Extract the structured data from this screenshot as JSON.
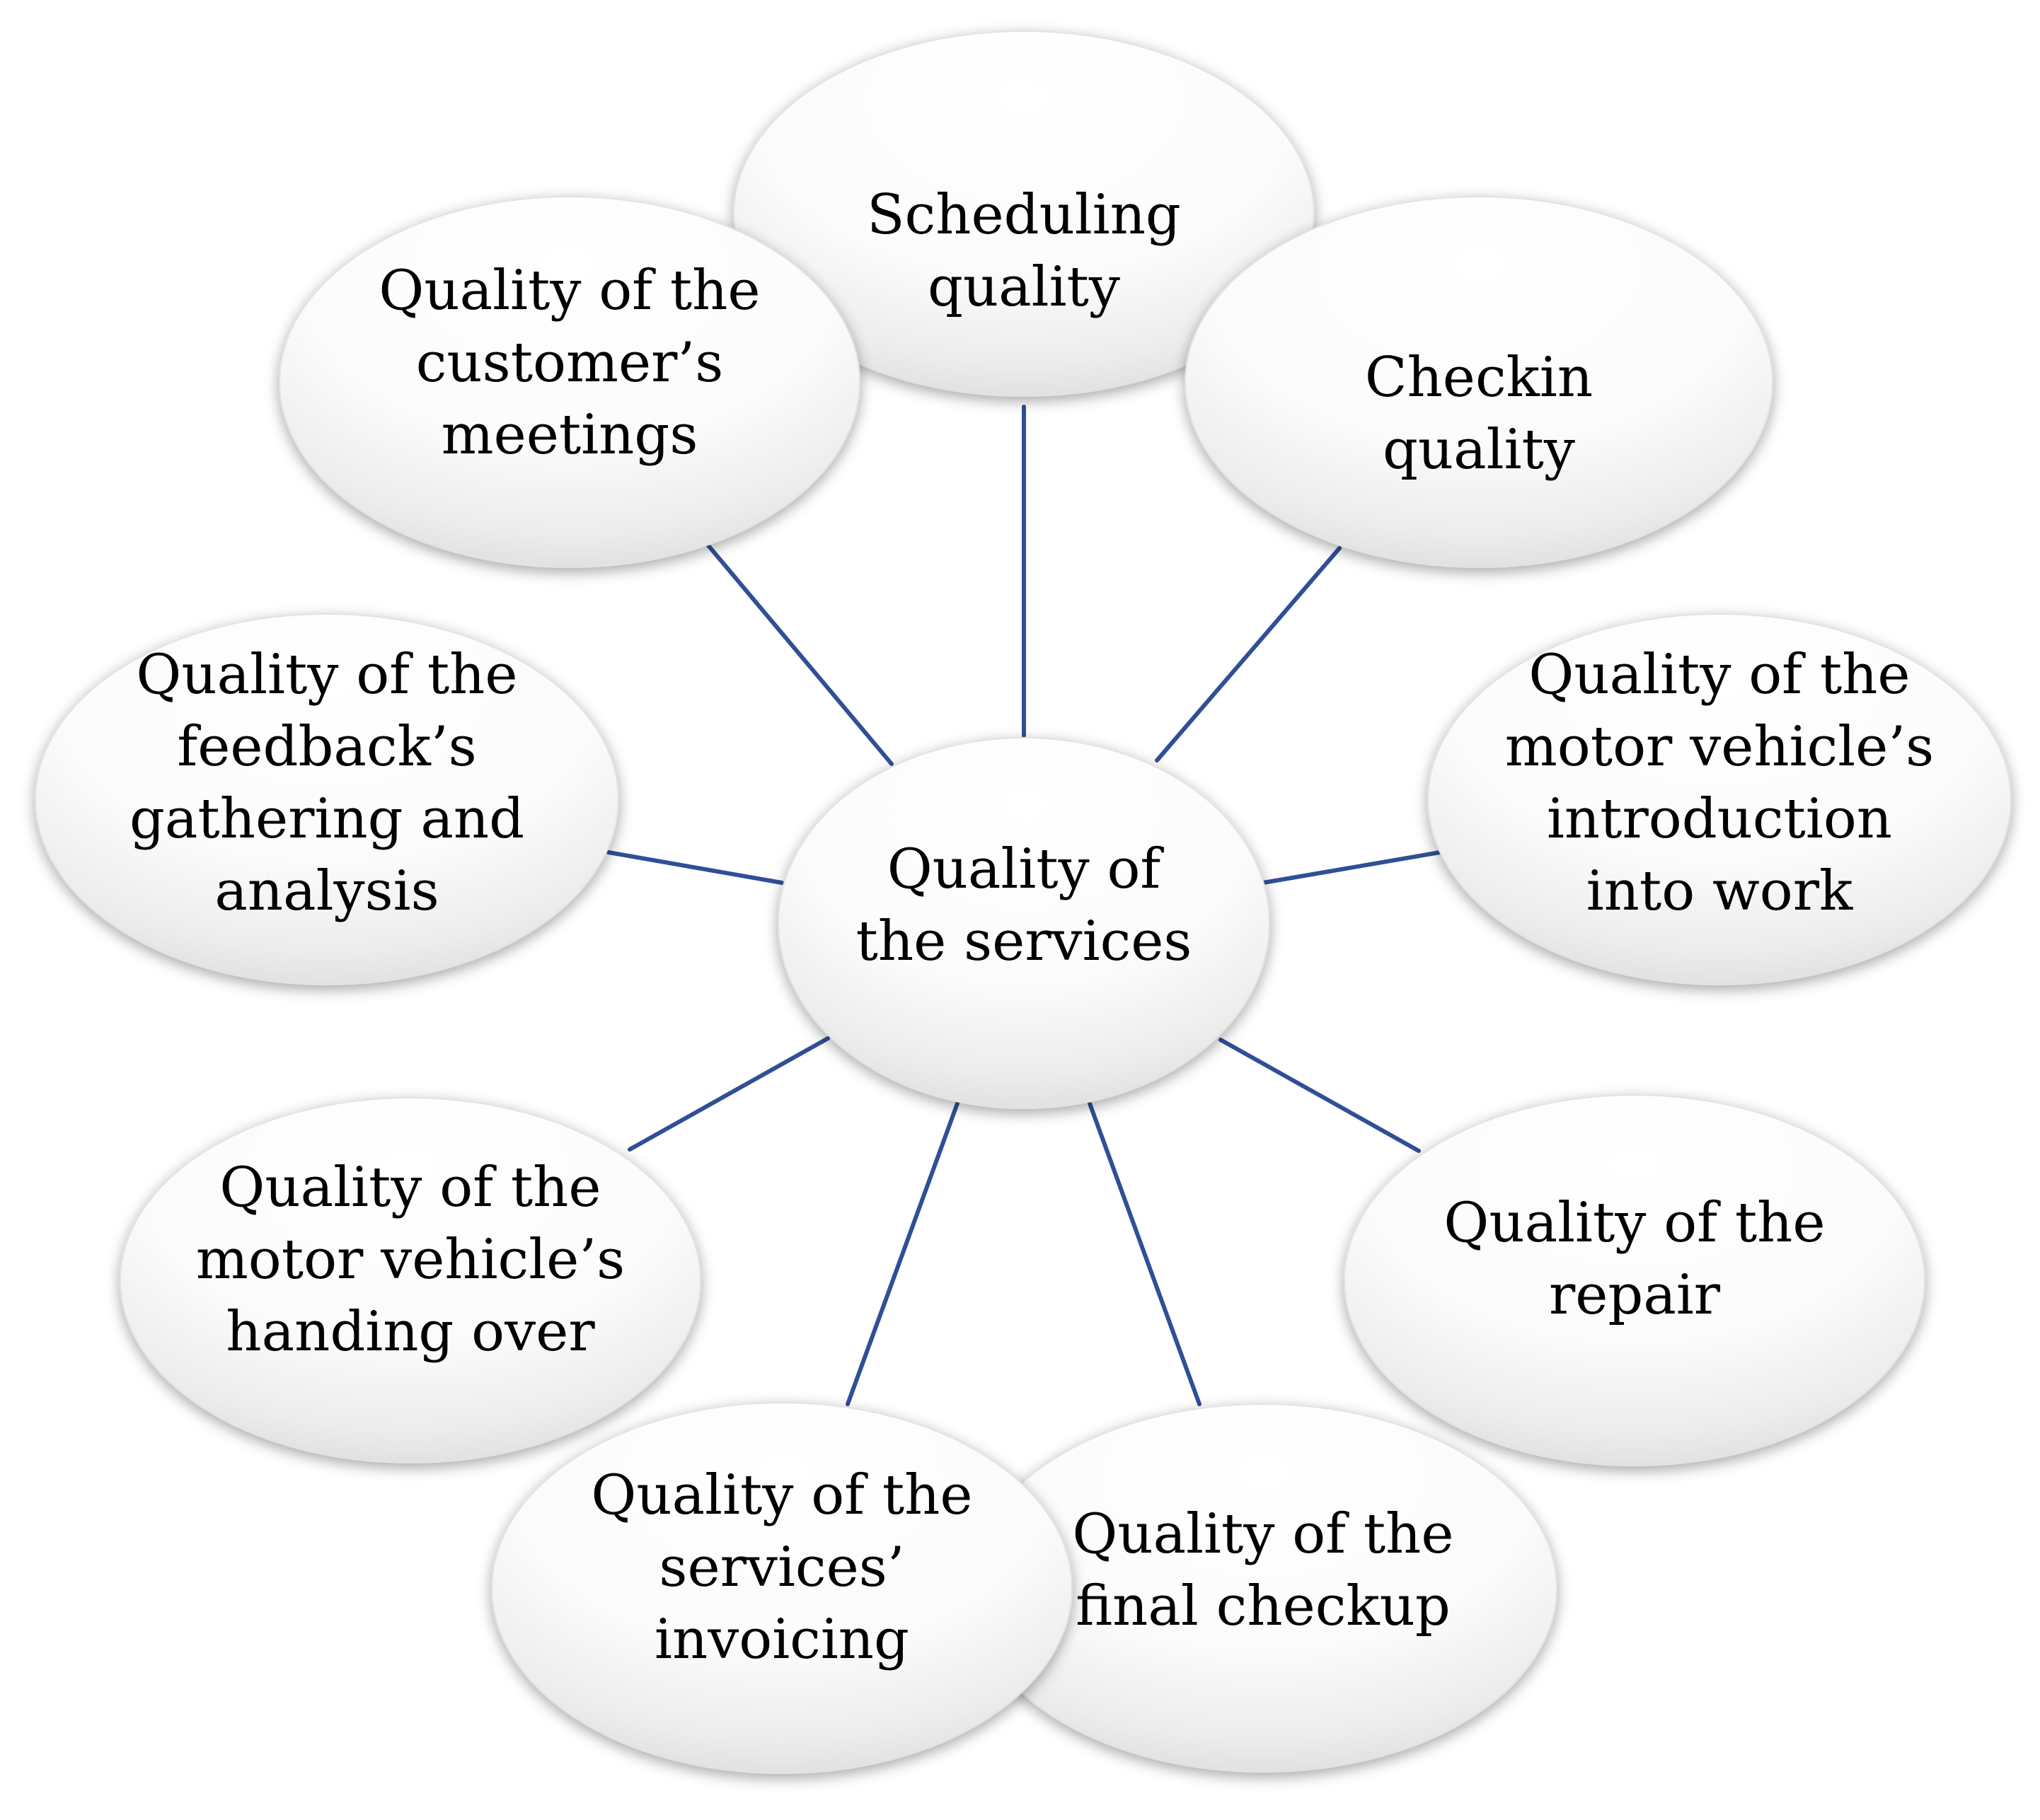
{
  "center": {
    "lines": [
      "Quality of",
      "the services"
    ]
  },
  "nodes": [
    {
      "id": "scheduling",
      "lines": [
        "Scheduling",
        "quality"
      ]
    },
    {
      "id": "customer-meetings",
      "lines": [
        "Quality  of the",
        "customer’s",
        "meetings"
      ]
    },
    {
      "id": "checkin",
      "lines": [
        "Checkin",
        "quality"
      ]
    },
    {
      "id": "feedback",
      "lines": [
        "Quality of the",
        "feedback’s",
        "gathering and",
        "analysis"
      ]
    },
    {
      "id": "introduction",
      "lines": [
        "Quality of the",
        "motor vehicle’s",
        "introduction",
        "into work"
      ]
    },
    {
      "id": "handing-over",
      "lines": [
        "Quality of the",
        "motor vehicle’s",
        "handing over"
      ]
    },
    {
      "id": "repair",
      "lines": [
        "Quality of the",
        "repair"
      ]
    },
    {
      "id": "final-checkup",
      "lines": [
        "Quality of the",
        "final checkup"
      ]
    },
    {
      "id": "invoicing",
      "lines": [
        "Quality of the",
        "services’",
        "invoicing"
      ]
    }
  ],
  "colors": {
    "connector": "#2f4f96",
    "bubble_fill": "#ffffff",
    "bubble_shade": "#d9d9d9",
    "text": "#000000"
  }
}
